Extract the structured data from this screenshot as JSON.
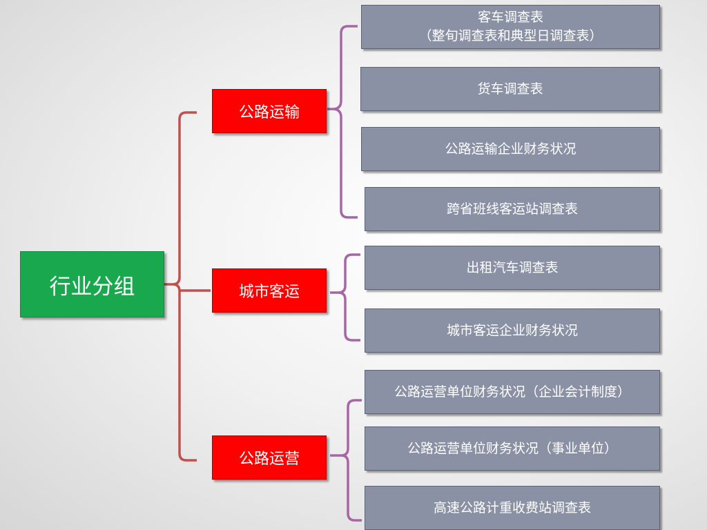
{
  "root": {
    "label": "行业分组"
  },
  "categories": [
    {
      "label": "公路运输",
      "items": [
        {
          "line1": "客车调查表",
          "line2": "（整旬调查表和典型日调查表）"
        },
        {
          "line1": "货车调查表"
        },
        {
          "line1": "公路运输企业财务状况"
        },
        {
          "line1": "跨省班线客运站调查表"
        }
      ]
    },
    {
      "label": "城市客运",
      "items": [
        {
          "line1": "出租汽车调查表"
        },
        {
          "line1": "城市客运企业财务状况"
        }
      ]
    },
    {
      "label": "公路运营",
      "items": [
        {
          "line1": "公路运营单位财务状况（企业会计制度）"
        },
        {
          "line1": "公路运营单位财务状况（事业单位）"
        },
        {
          "line1": "高速公路计重收费站调查表"
        }
      ]
    }
  ],
  "colors": {
    "root": "#1aa84f",
    "category": "#ff0000",
    "leaf": "#8a91a5",
    "root_bracket": "#c0504d",
    "leaf_bracket": "#a666a3"
  }
}
